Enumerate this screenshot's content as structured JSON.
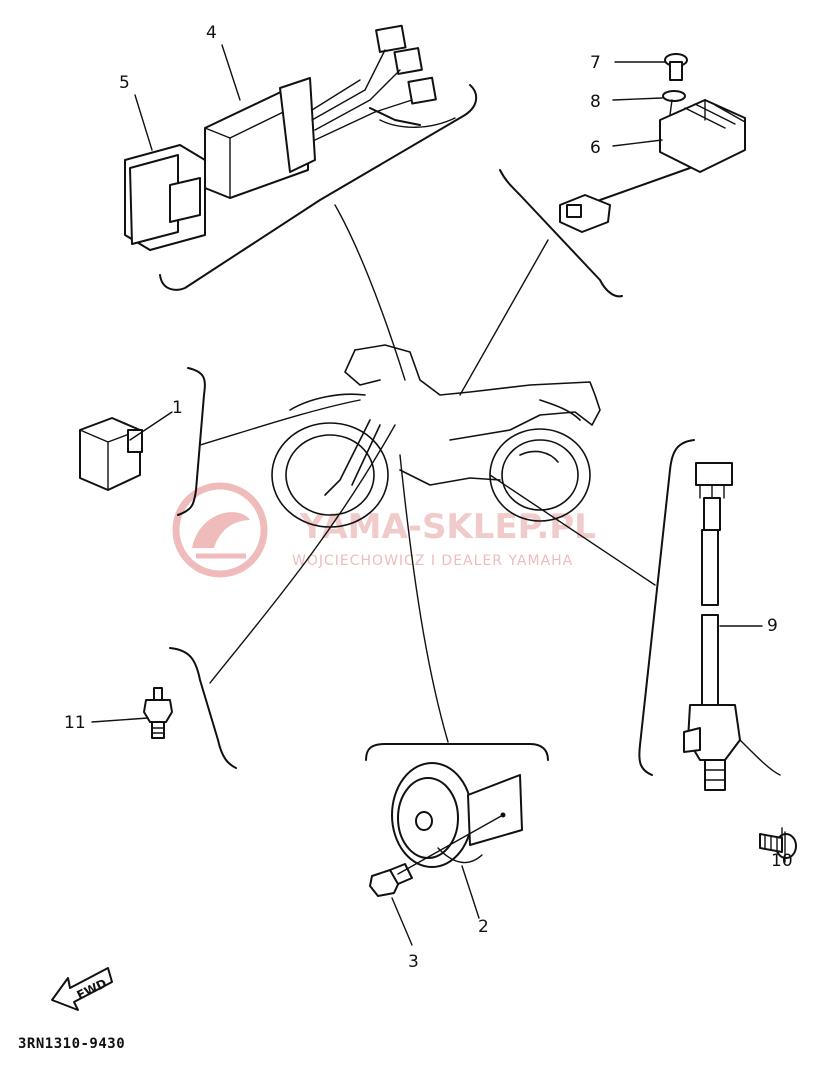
{
  "diagram_code": "3RN1310-9430",
  "fwd_label": "FWD",
  "watermark": {
    "title": "YAMA-SKLEP.PL",
    "subtitle": "WOJCIECHOWICZ I DEALER YAMAHA"
  },
  "callouts": [
    {
      "id": "1",
      "label": "1"
    },
    {
      "id": "2",
      "label": "2"
    },
    {
      "id": "3",
      "label": "3"
    },
    {
      "id": "4",
      "label": "4"
    },
    {
      "id": "5",
      "label": "5"
    },
    {
      "id": "6",
      "label": "6"
    },
    {
      "id": "7",
      "label": "7"
    },
    {
      "id": "8",
      "label": "8"
    },
    {
      "id": "9",
      "label": "9"
    },
    {
      "id": "10",
      "label": "10"
    },
    {
      "id": "11",
      "label": "11"
    }
  ]
}
